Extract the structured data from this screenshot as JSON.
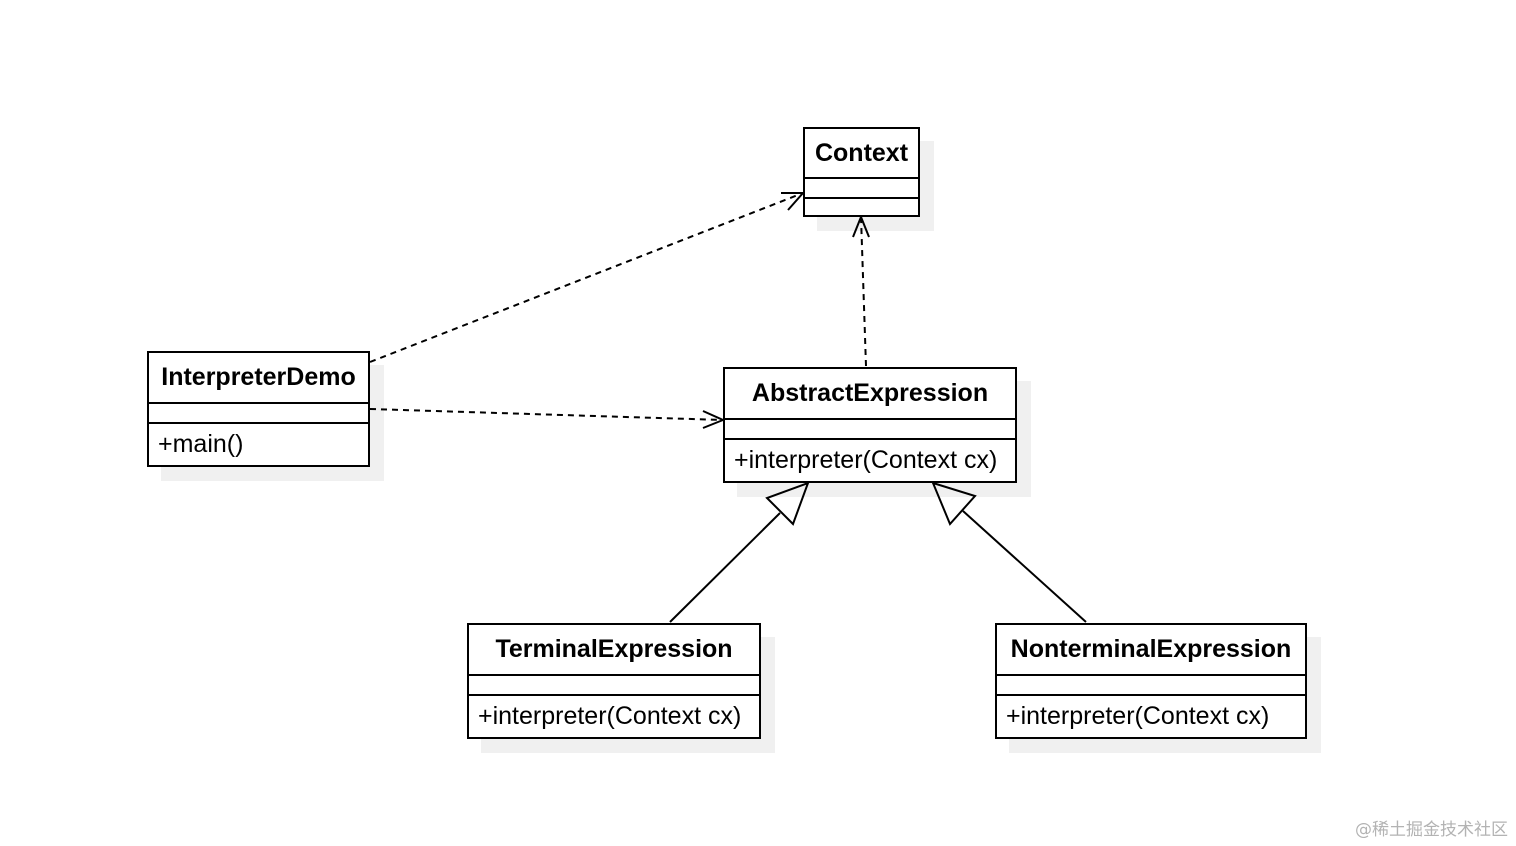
{
  "classes": {
    "context": {
      "name": "Context",
      "operation": ""
    },
    "interpreter_demo": {
      "name": "InterpreterDemo",
      "operation": "+main()"
    },
    "abstract_expression": {
      "name": "AbstractExpression",
      "operation": "+interpreter(Context cx)"
    },
    "terminal_expression": {
      "name": "TerminalExpression",
      "operation": "+interpreter(Context cx)"
    },
    "nonterminal_expression": {
      "name": "NonterminalExpression",
      "operation": "+interpreter(Context cx)"
    }
  },
  "relations": [
    {
      "from": "interpreter_demo",
      "to": "context",
      "type": "dependency"
    },
    {
      "from": "interpreter_demo",
      "to": "abstract_expression",
      "type": "dependency"
    },
    {
      "from": "abstract_expression",
      "to": "context",
      "type": "dependency"
    },
    {
      "from": "terminal_expression",
      "to": "abstract_expression",
      "type": "generalization"
    },
    {
      "from": "nonterminal_expression",
      "to": "abstract_expression",
      "type": "generalization"
    }
  ],
  "watermark": "@稀土掘金技术社区"
}
